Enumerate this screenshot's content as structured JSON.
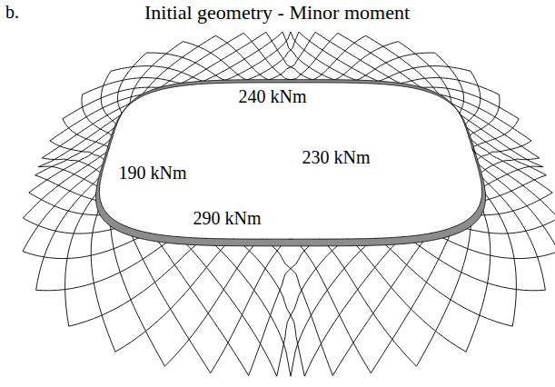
{
  "diagram": {
    "title": "Initial geometry - Minor moment",
    "labels": [
      "b.",
      "240 kNm",
      "190 kNm",
      "230 kNm",
      "290 kNm"
    ]
  }
}
